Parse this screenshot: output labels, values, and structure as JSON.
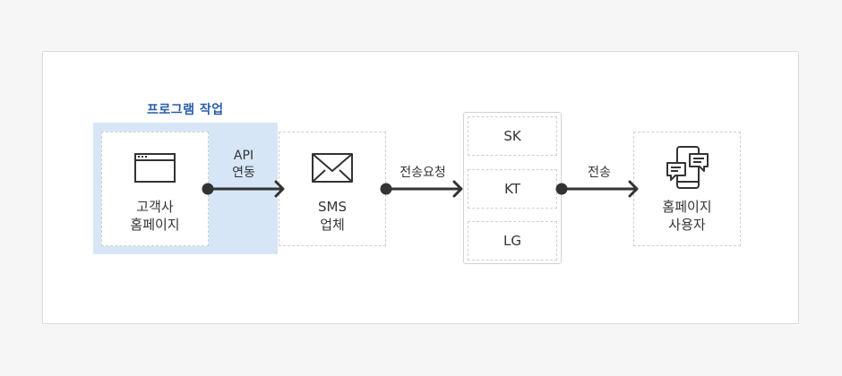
{
  "group_label": "프로그램 작업",
  "nodes": {
    "customer": {
      "line1": "고객사",
      "line2": "홈페이지"
    },
    "sms": {
      "line1": "SMS",
      "line2": "업체"
    },
    "user": {
      "line1": "홈페이지",
      "line2": "사용자"
    }
  },
  "edges": {
    "api": {
      "line1": "API",
      "line2": "연동"
    },
    "request": {
      "label": "전송요청"
    },
    "send": {
      "label": "전송"
    }
  },
  "carriers": [
    "SK",
    "KT",
    "LG"
  ],
  "colors": {
    "group_bg": "#d6e6f6",
    "group_label": "#2a5ea8",
    "arrow": "#333333"
  }
}
